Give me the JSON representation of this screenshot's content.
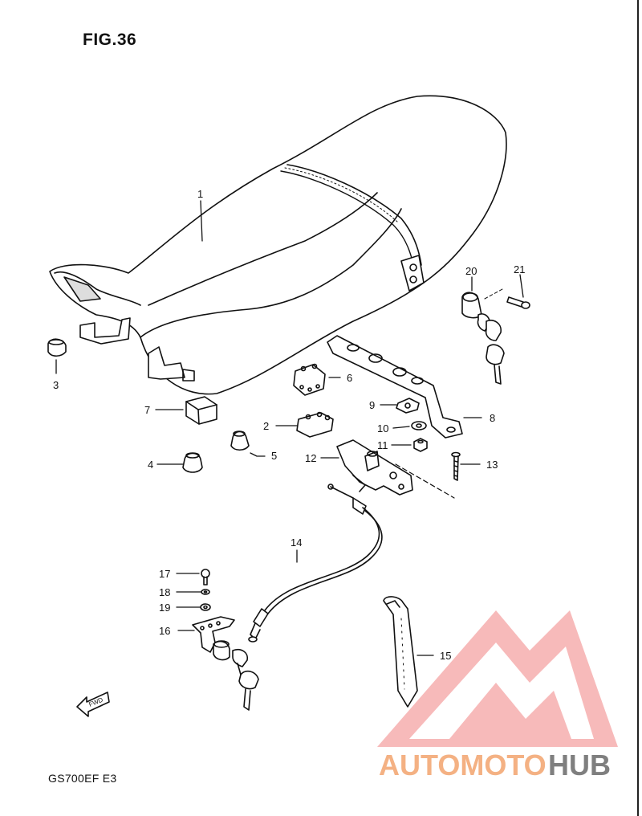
{
  "figure": {
    "title": "FIG.36",
    "model_code": "GS700EF  E3",
    "fwd_label": "FWD"
  },
  "callouts": [
    {
      "id": "1",
      "label": "1"
    },
    {
      "id": "2",
      "label": "2"
    },
    {
      "id": "3",
      "label": "3"
    },
    {
      "id": "4",
      "label": "4"
    },
    {
      "id": "5",
      "label": "5"
    },
    {
      "id": "6",
      "label": "6"
    },
    {
      "id": "7",
      "label": "7"
    },
    {
      "id": "8",
      "label": "8"
    },
    {
      "id": "9",
      "label": "9"
    },
    {
      "id": "10",
      "label": "10"
    },
    {
      "id": "11",
      "label": "11"
    },
    {
      "id": "12",
      "label": "12"
    },
    {
      "id": "13",
      "label": "13"
    },
    {
      "id": "14",
      "label": "14"
    },
    {
      "id": "15",
      "label": "15"
    },
    {
      "id": "16",
      "label": "16"
    },
    {
      "id": "17",
      "label": "17"
    },
    {
      "id": "18",
      "label": "18"
    },
    {
      "id": "19",
      "label": "19"
    },
    {
      "id": "20",
      "label": "20"
    },
    {
      "id": "21",
      "label": "21"
    }
  ],
  "watermark": {
    "part_a": "AUTOMOTO",
    "part_b": "HUB",
    "color_a": "#f4b183",
    "color_b": "#7f7f7f",
    "logo_color": "#f4a3a3"
  }
}
